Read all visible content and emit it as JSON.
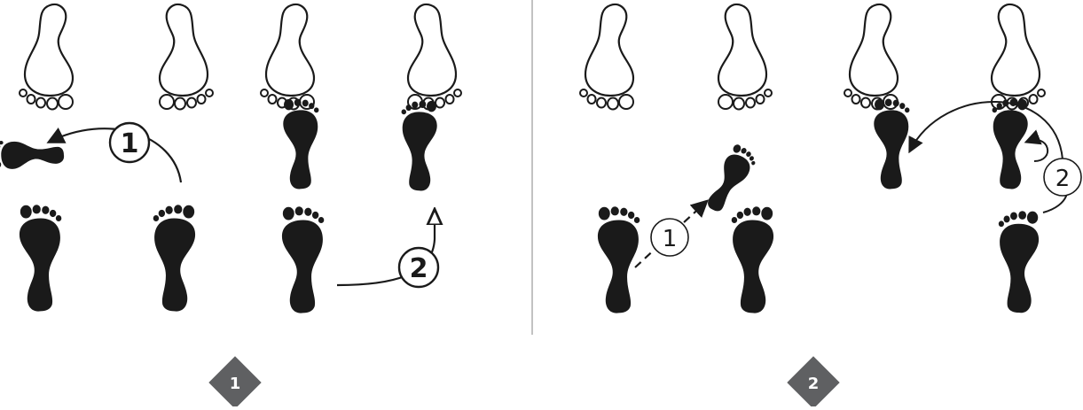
{
  "colors": {
    "ink": "#1a1a1a",
    "outline_fill": "#ffffff",
    "divider": "#9a9a9a",
    "badge": "#5f6062",
    "badge_text": "#ffffff",
    "callout_fill": "#ffffff"
  },
  "panels": [
    {
      "step_badge": "1",
      "callouts": [
        {
          "label": "1",
          "style": "bold"
        },
        {
          "label": "2",
          "style": "bold"
        }
      ]
    },
    {
      "step_badge": "2",
      "callouts": [
        {
          "label": "1",
          "style": "light"
        },
        {
          "label": "2",
          "style": "light"
        }
      ]
    }
  ]
}
